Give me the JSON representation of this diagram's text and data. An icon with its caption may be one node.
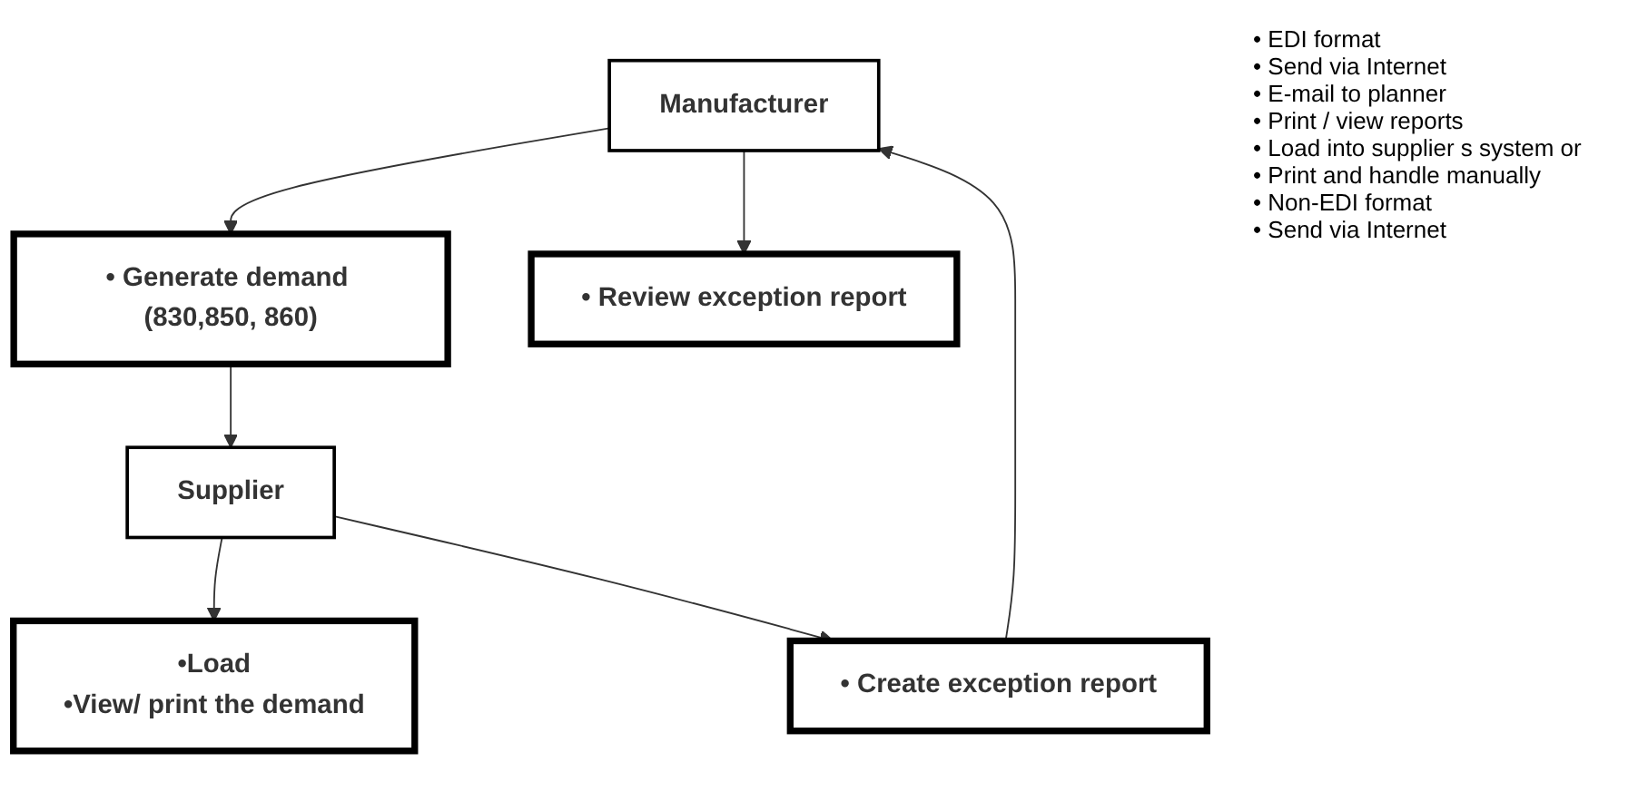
{
  "diagram": {
    "nodes": [
      {
        "text": [
          "Manufacturer"
        ]
      },
      {
        "text": [
          "• Generate demand (830,850, 860)"
        ]
      },
      {
        "text": [
          "•Load",
          "•View/ print the demand"
        ]
      },
      {
        "text": [
          "• Create exception report"
        ]
      },
      {
        "text": [
          "• Review exception report"
        ]
      },
      {
        "text": [
          "Supplier"
        ]
      }
    ],
    "edges": [
      {
        "from": 0,
        "to": 1,
        "arrow": "to"
      },
      {
        "from": 1,
        "to": 5,
        "arrow": "to"
      },
      {
        "from": 5,
        "to": 2,
        "arrow": "to"
      },
      {
        "from": 5,
        "to": 3,
        "arrow": "to"
      },
      {
        "from": 3,
        "to": 0,
        "arrow": "to"
      },
      {
        "from": 0,
        "to": 4,
        "arrow": "to"
      }
    ],
    "labels": [
      "• EDI format",
      "• Send via Internet",
      "• E-mail to planner",
      "• Print / view reports",
      "• Load into supplier s system  or",
      "• Print and handle manually",
      "• Non-EDI format",
      "• Send via Internet"
    ]
  }
}
